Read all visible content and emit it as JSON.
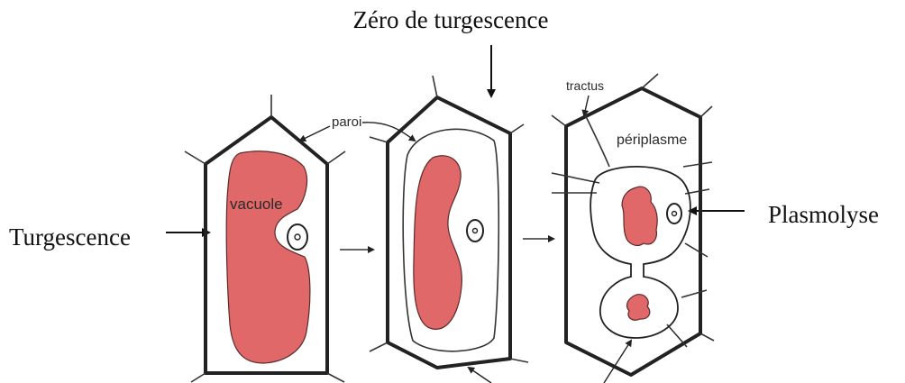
{
  "labels": {
    "zero_turgescence": "Zéro de turgescence",
    "turgescence": "Turgescence",
    "plasmolyse": "Plasmolyse",
    "paroi": "paroi",
    "vacuole": "vacuole",
    "tractus": "tractus",
    "periplasme": "périplasme"
  },
  "colors": {
    "vacuole_fill": "#e06868",
    "line": "#222222",
    "background": "#ffffff"
  }
}
